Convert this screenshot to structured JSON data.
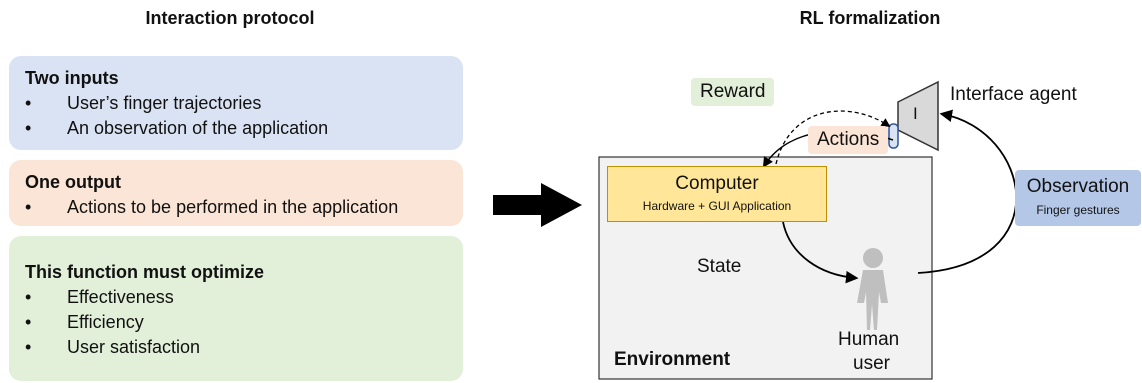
{
  "left": {
    "heading": "Interaction protocol",
    "inputs_box": {
      "title": "Two inputs",
      "items": [
        "User’s finger trajectories",
        "An observation of the application"
      ],
      "color": "#dae3f3"
    },
    "output_box": {
      "title": "One output",
      "items": [
        "Actions to be performed in the application"
      ],
      "color": "#fbe5d6"
    },
    "optimize_box": {
      "title": "This function must optimize",
      "items": [
        "Effectiveness",
        "Efficiency",
        "User satisfaction"
      ],
      "color": "#e2f0d9"
    }
  },
  "right": {
    "heading": "RL formalization",
    "reward": "Reward",
    "actions": "Actions",
    "agent_symbol": "I",
    "agent_label": "Interface agent",
    "computer_title": "Computer",
    "computer_subtitle": "Hardware + GUI Application",
    "state": "State",
    "human_label_1": "Human",
    "human_label_2": "user",
    "environment": "Environment",
    "observation_title": "Observation",
    "observation_subtitle": "Finger gestures"
  },
  "colors": {
    "reward_bg": "#e2f0d9",
    "actions_bg": "#fbe5d6",
    "computer_bg": "#ffe699",
    "computer_border": "#bf9000",
    "observation_bg": "#b4c7e7",
    "environment_bg": "#f2f2f2"
  }
}
